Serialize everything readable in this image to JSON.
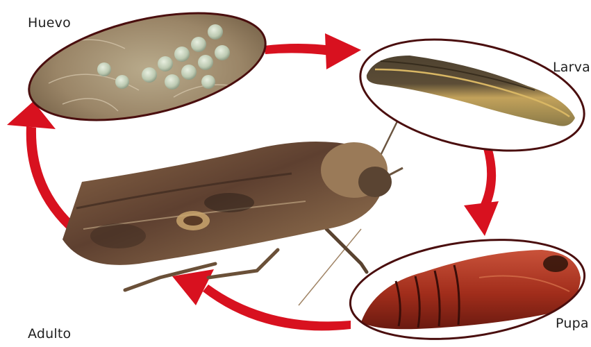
{
  "stages": {
    "egg": {
      "label": "Huevo"
    },
    "larva": {
      "label": "Larva"
    },
    "pupa": {
      "label": "Pupa"
    },
    "adult": {
      "label": "Adulto"
    }
  },
  "colors": {
    "arrow": "#d8111f",
    "frame": "#4a0e0e",
    "pupa_body": "#a8301b",
    "larva_body": "#6b5a3a",
    "moth_body": "#7a5a3e"
  },
  "icons": {
    "egg": "egg-cluster-icon",
    "larva": "caterpillar-icon",
    "pupa": "chrysalis-icon",
    "adult": "moth-icon",
    "arrows": "cycle-arrow-icon"
  }
}
